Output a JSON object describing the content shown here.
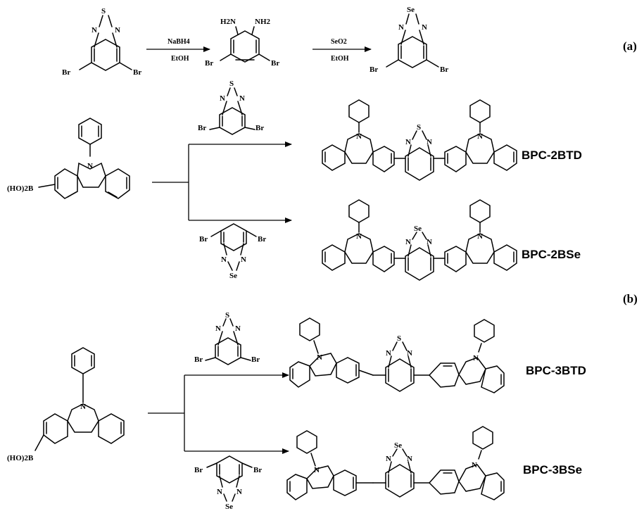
{
  "panels": {
    "a": "(a)",
    "b": "(b)"
  },
  "reagents": {
    "step1_top": "NaBH4",
    "step1_bottom": "EtOH",
    "step2_top": "SeO2",
    "step2_bottom": "EtOH"
  },
  "atoms": {
    "S": "S",
    "Se": "Se",
    "N": "N",
    "Br": "Br",
    "NH2": "NH2",
    "H2N": "H2N",
    "boronic": "(HO)2B"
  },
  "compounds": {
    "p1": "BPC-2BTD",
    "p2": "BPC-2BSe",
    "p3": "BPC-3BTD",
    "p4": "BPC-3BSe"
  }
}
